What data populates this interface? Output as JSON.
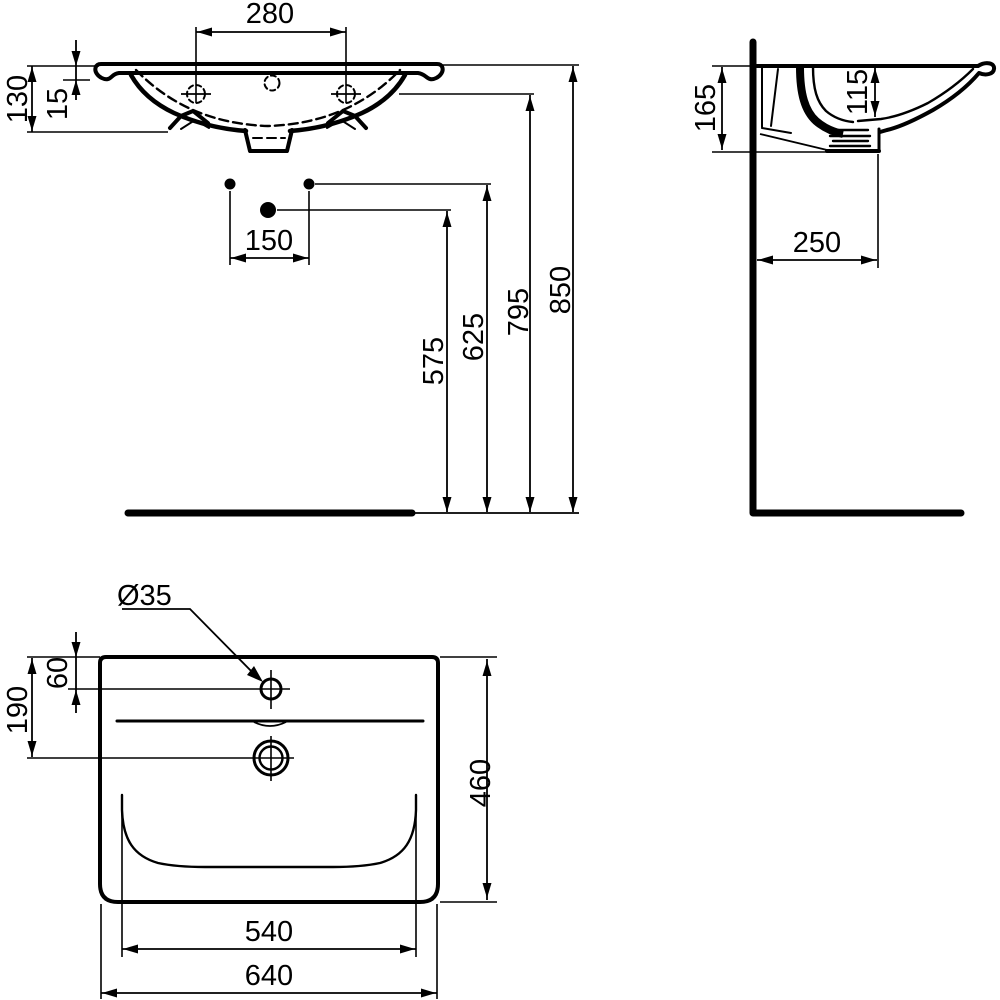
{
  "drawing": {
    "type": "washbasin technical drawing",
    "line_color": "#000000",
    "background": "#ffffff",
    "front_view": {
      "dim_tap_hole_spacing": "280",
      "dim_front_height": "130",
      "dim_rim_edge": "15",
      "dim_fixing_spacing": "150",
      "dim_trap_outlet_height": "575",
      "dim_fixing_height": "625",
      "dim_tap_level_height": "795",
      "dim_rim_height": "850"
    },
    "side_view": {
      "dim_total_depth_height": "165",
      "dim_bowl_depth": "115",
      "dim_wall_to_outlet": "250"
    },
    "top_view": {
      "dim_tap_hole_diameter": "Ø35",
      "dim_tap_hole_offset": "60",
      "dim_drain_offset": "190",
      "dim_overall_depth": "460",
      "dim_bowl_width": "540",
      "dim_overall_width": "640"
    }
  }
}
